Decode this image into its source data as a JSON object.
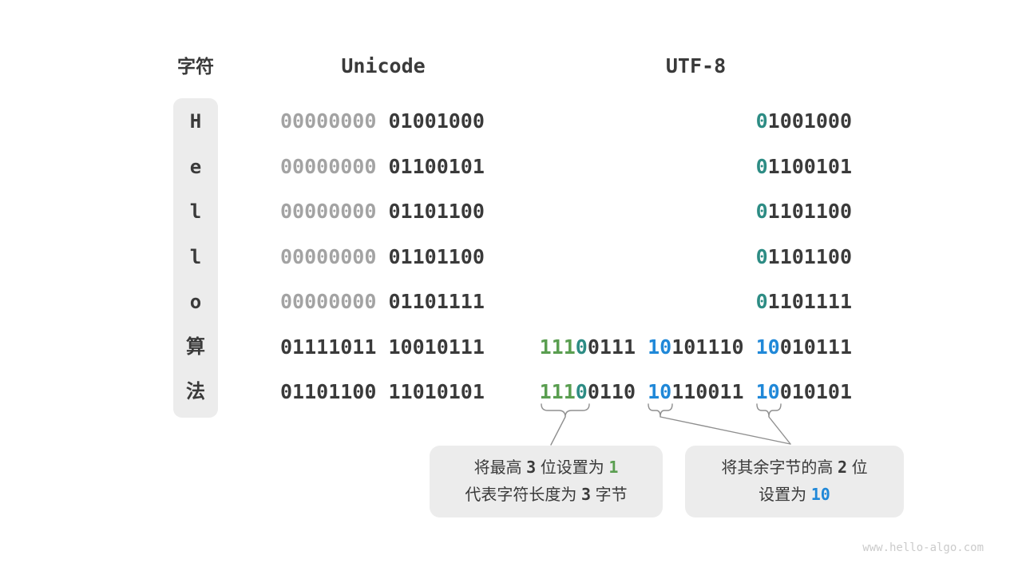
{
  "headers": {
    "char": "字符",
    "unicode": "Unicode",
    "utf8": "UTF-8"
  },
  "palette": {
    "text_dark": "#3a3a3a",
    "text_gray": "#a3a3a3",
    "prefix_teal": "#2d8c84",
    "prefix_green": "#5a9e50",
    "prefix_blue": "#2088d8",
    "panel_gray": "#ececec"
  },
  "rows": [
    {
      "char": "H",
      "unicode": [
        {
          "t": "00000000",
          "c": "gray"
        },
        {
          "t": "01001000",
          "c": "dark"
        }
      ],
      "utf8": [
        [
          {
            "t": "0",
            "c": "teal"
          },
          {
            "t": "1001000",
            "c": "dark"
          }
        ]
      ]
    },
    {
      "char": "e",
      "unicode": [
        {
          "t": "00000000",
          "c": "gray"
        },
        {
          "t": "01100101",
          "c": "dark"
        }
      ],
      "utf8": [
        [
          {
            "t": "0",
            "c": "teal"
          },
          {
            "t": "1100101",
            "c": "dark"
          }
        ]
      ]
    },
    {
      "char": "l",
      "unicode": [
        {
          "t": "00000000",
          "c": "gray"
        },
        {
          "t": "01101100",
          "c": "dark"
        }
      ],
      "utf8": [
        [
          {
            "t": "0",
            "c": "teal"
          },
          {
            "t": "1101100",
            "c": "dark"
          }
        ]
      ]
    },
    {
      "char": "l",
      "unicode": [
        {
          "t": "00000000",
          "c": "gray"
        },
        {
          "t": "01101100",
          "c": "dark"
        }
      ],
      "utf8": [
        [
          {
            "t": "0",
            "c": "teal"
          },
          {
            "t": "1101100",
            "c": "dark"
          }
        ]
      ]
    },
    {
      "char": "o",
      "unicode": [
        {
          "t": "00000000",
          "c": "gray"
        },
        {
          "t": "01101111",
          "c": "dark"
        }
      ],
      "utf8": [
        [
          {
            "t": "0",
            "c": "teal"
          },
          {
            "t": "1101111",
            "c": "dark"
          }
        ]
      ]
    },
    {
      "char": "算",
      "unicode": [
        {
          "t": "01111011",
          "c": "dark"
        },
        {
          "t": "10010111",
          "c": "dark"
        }
      ],
      "utf8": [
        [
          {
            "t": "111",
            "c": "green"
          },
          {
            "t": "0",
            "c": "teal"
          },
          {
            "t": "0111",
            "c": "dark"
          }
        ],
        [
          {
            "t": "10",
            "c": "blue"
          },
          {
            "t": "101110",
            "c": "dark"
          }
        ],
        [
          {
            "t": "10",
            "c": "blue"
          },
          {
            "t": "010111",
            "c": "dark"
          }
        ]
      ]
    },
    {
      "char": "法",
      "unicode": [
        {
          "t": "01101100",
          "c": "dark"
        },
        {
          "t": "11010101",
          "c": "dark"
        }
      ],
      "utf8": [
        [
          {
            "t": "111",
            "c": "green"
          },
          {
            "t": "0",
            "c": "teal"
          },
          {
            "t": "0110",
            "c": "dark"
          }
        ],
        [
          {
            "t": "10",
            "c": "blue"
          },
          {
            "t": "110011",
            "c": "dark"
          }
        ],
        [
          {
            "t": "10",
            "c": "blue"
          },
          {
            "t": "010101",
            "c": "dark"
          }
        ]
      ]
    }
  ],
  "annotations": {
    "left_box": {
      "lines": [
        [
          {
            "t": "将最高 ",
            "c": "cjk"
          },
          {
            "t": "3",
            "c": "num"
          },
          {
            "t": " 位设置为 ",
            "c": "cjk"
          },
          {
            "t": "1",
            "c": "num-green"
          }
        ],
        [
          {
            "t": "代表字符长度为 ",
            "c": "cjk"
          },
          {
            "t": "3",
            "c": "num"
          },
          {
            "t": " 字节",
            "c": "cjk"
          }
        ]
      ]
    },
    "right_box": {
      "lines": [
        [
          {
            "t": "将其余字节的高 ",
            "c": "cjk"
          },
          {
            "t": "2",
            "c": "num"
          },
          {
            "t": " 位",
            "c": "cjk"
          }
        ],
        [
          {
            "t": "设置为 ",
            "c": "cjk"
          },
          {
            "t": "10",
            "c": "num-blue"
          }
        ]
      ]
    }
  },
  "watermark": "www.hello-algo.com"
}
